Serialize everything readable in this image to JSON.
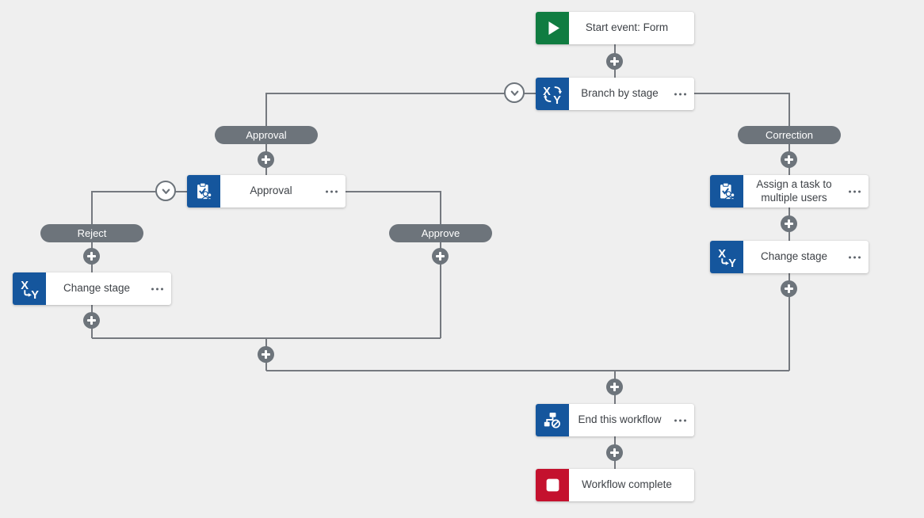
{
  "diagram": {
    "type": "workflow-designer-canvas",
    "background_color": "#efefef",
    "connector_color": "#75797f",
    "branch_pill_color": "#6d747b"
  },
  "colors": {
    "node_blue": "#15569d",
    "start_green": "#107c41",
    "terminate_red": "#c4112e",
    "card_white": "#ffffff",
    "label_text": "#3e4247"
  },
  "nodes": {
    "start_event": {
      "label": "Start event: Form",
      "icon": "play-icon",
      "color": "#107c41",
      "has_menu": false
    },
    "branch_by_stage": {
      "label": "Branch by stage",
      "icon": "branch-stage-icon",
      "color": "#15569d",
      "has_menu": true
    },
    "approval": {
      "label": "Approval",
      "icon": "assign-task-icon",
      "color": "#15569d",
      "has_menu": true
    },
    "change_stage_reject": {
      "label": "Change stage",
      "icon": "change-stage-icon",
      "color": "#15569d",
      "has_menu": true
    },
    "assign_task_multiple_users": {
      "label": "Assign a task to multiple users",
      "icon": "assign-task-icon",
      "color": "#15569d",
      "has_menu": true
    },
    "change_stage_correction": {
      "label": "Change stage",
      "icon": "change-stage-icon",
      "color": "#15569d",
      "has_menu": true
    },
    "end_this_workflow": {
      "label": "End this workflow",
      "icon": "end-workflow-icon",
      "color": "#15569d",
      "has_menu": true
    },
    "workflow_complete": {
      "label": "Workflow complete",
      "icon": "stop-icon",
      "color": "#c4112e",
      "has_menu": false
    }
  },
  "branch_labels": {
    "approval": "Approval",
    "correction": "Correction",
    "reject": "Reject",
    "approve": "Approve"
  },
  "controls": {
    "add_action": "+",
    "more_options": "more-options-icon",
    "collapse_branch": "chevron-down-icon"
  }
}
